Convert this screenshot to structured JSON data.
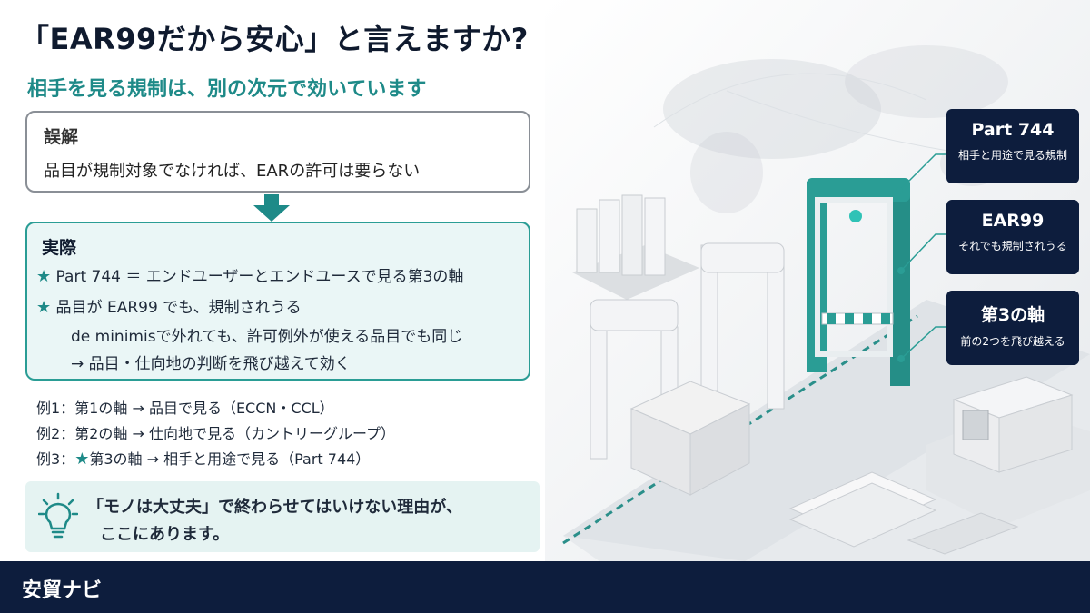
{
  "title": "「EAR99だから安心」と言えますか?",
  "subtitle": "相手を見る規制は、別の次元で効いています",
  "misconception": {
    "heading": "誤解",
    "text": "品目が規制対象でなければ、EARの許可は要らない"
  },
  "reality": {
    "heading": "実際",
    "item1_star": "★",
    "item1": "Part 744 ＝ エンドユーザーとエンドユースで見る第3の軸",
    "item2_star": "★",
    "item2": "品目が EAR99 でも、規制されうる",
    "item2_line2": "de minimisで外れても、許可例外が使える品目でも同じ",
    "item2_line3": "→ 品目・仕向地の判断を飛び越えて効く"
  },
  "examples": [
    {
      "text": "例1：第1の軸 → 品目で見る（ECCN・CCL）"
    },
    {
      "text": "例2：第2の軸 → 仕向地で見る（カントリーグループ）"
    },
    {
      "prefix": "例3：",
      "star": "★",
      "text": "第3の軸 → 相手と用途で見る（Part 744）"
    }
  ],
  "tip": {
    "icon": "lightbulb-icon",
    "line1": "「モノは大丈夫」で終わらせてはいけない理由が、",
    "line2": "ここにあります。"
  },
  "callouts": [
    {
      "title": "Part 744",
      "sub": "相手と用途で見る規制"
    },
    {
      "title": "EAR99",
      "sub": "それでも規制されうる"
    },
    {
      "title": "第3の軸",
      "sub": "前の2つを飛び越える"
    }
  ],
  "footer": {
    "brand": "安貿ナビ"
  },
  "colors": {
    "accent": "#2a9d95",
    "navy": "#0d1d3d",
    "teal_text": "#1e8a88"
  }
}
